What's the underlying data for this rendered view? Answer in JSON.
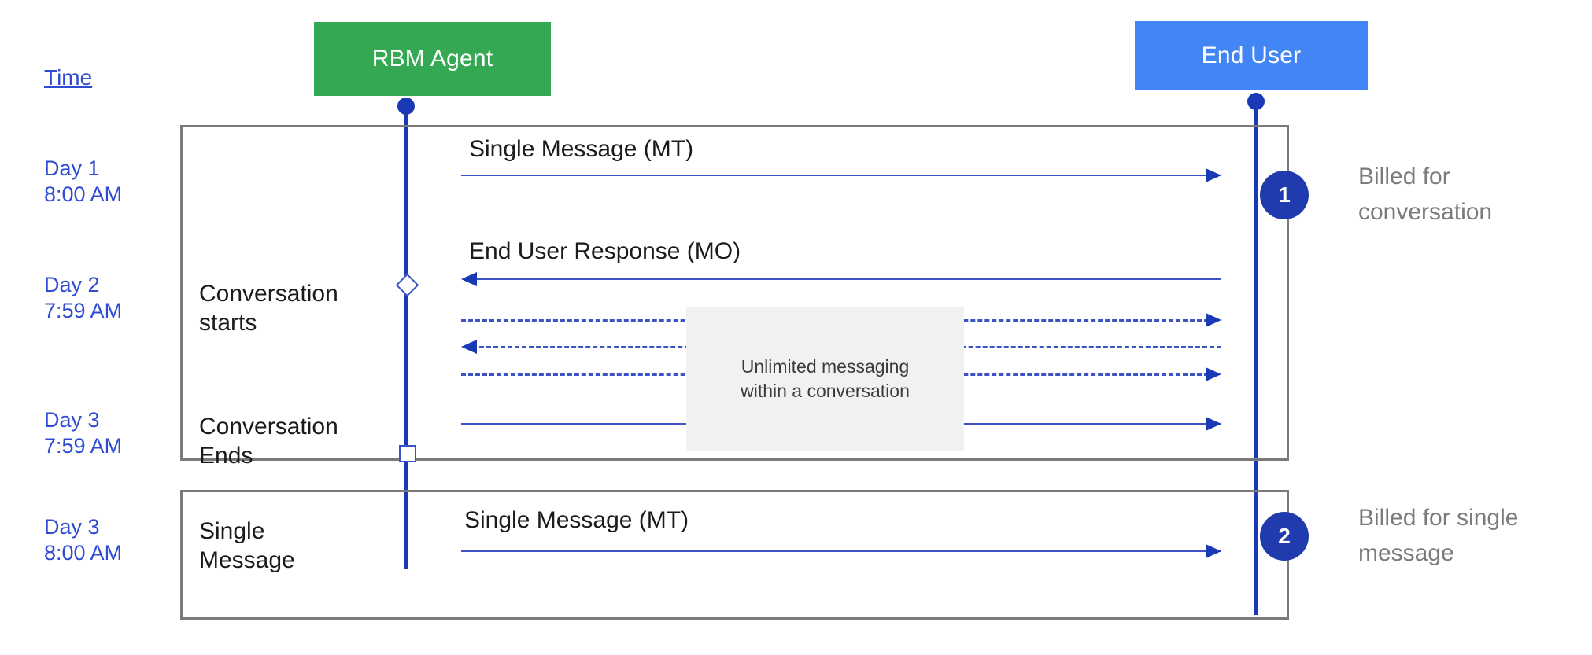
{
  "diagram": {
    "title_column": "Time",
    "actors": [
      {
        "id": "rbm-agent",
        "label": "RBM Agent",
        "color": "#34a853"
      },
      {
        "id": "end-user",
        "label": "End User",
        "color": "#4285f4"
      }
    ],
    "time_labels": [
      {
        "id": "day1",
        "text": "Day 1\n8:00 AM"
      },
      {
        "id": "day2",
        "text": "Day 2\n7:59 AM"
      },
      {
        "id": "day3-end",
        "text": "Day 3\n7:59 AM"
      },
      {
        "id": "day3-single",
        "text": "Day 3\n8:00 AM"
      }
    ],
    "side_labels": [
      {
        "id": "conversation-starts",
        "text": "Conversation\nstarts"
      },
      {
        "id": "conversation-ends",
        "text": "Conversation\nEnds"
      },
      {
        "id": "single-message",
        "text": "Single\nMessage"
      }
    ],
    "messages": [
      {
        "id": "mt-1",
        "caption": "Single Message (MT)",
        "direction": "agent-to-user",
        "style": "solid"
      },
      {
        "id": "mo-1",
        "caption": "End User Response (MO)",
        "direction": "user-to-agent",
        "style": "solid"
      },
      {
        "id": "unlimited-1",
        "caption": "",
        "direction": "agent-to-user",
        "style": "dashed"
      },
      {
        "id": "unlimited-2",
        "caption": "",
        "direction": "user-to-agent",
        "style": "dashed"
      },
      {
        "id": "unlimited-3",
        "caption": "",
        "direction": "agent-to-user",
        "style": "dashed"
      },
      {
        "id": "last-in-conversation",
        "caption": "",
        "direction": "agent-to-user",
        "style": "solid"
      },
      {
        "id": "mt-2",
        "caption": "Single Message (MT)",
        "direction": "agent-to-user",
        "style": "solid"
      }
    ],
    "note": {
      "text": "Unlimited messaging\nwithin a conversation"
    },
    "callouts": [
      {
        "number": "1",
        "text": "Billed for\nconversation"
      },
      {
        "number": "2",
        "text": "Billed for single\nmessage"
      }
    ],
    "colors": {
      "agent": "#34a853",
      "user": "#4285f4",
      "lifeline": "#1a39b5",
      "arrow": "#3b53c4",
      "frame": "#7a7a7a",
      "badge": "#1f3bad",
      "note_bg": "#f1f1f1",
      "time_text": "#2f4bd1",
      "callout_text": "#7b7b7b"
    }
  }
}
